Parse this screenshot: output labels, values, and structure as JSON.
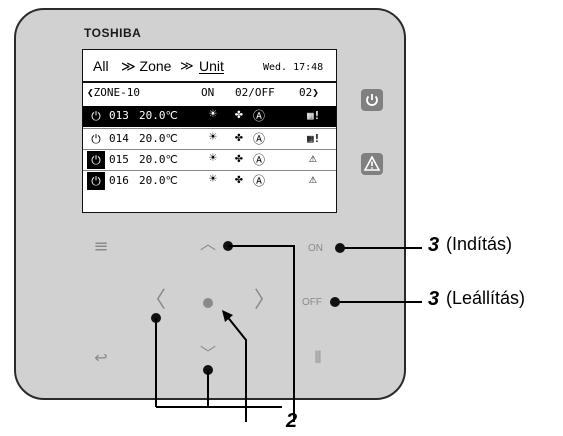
{
  "brand": "TOSHIBA",
  "screen": {
    "tabs": [
      {
        "label": "All"
      },
      {
        "label": "≫ Zone"
      },
      {
        "label": "≫"
      },
      {
        "label": "Unit"
      }
    ],
    "clock": "Wed. 17:48",
    "subheader": {
      "zone": "❮ZONE-10",
      "on": "ON",
      "off_count": "02/OFF",
      "count": "02❯"
    },
    "rows": [
      {
        "id": "013",
        "temp": "20.0℃",
        "state": "selected",
        "power_box": false,
        "status_icon": "filter-icon",
        "status_glyph": "▦!"
      },
      {
        "id": "014",
        "temp": "20.0℃",
        "state": "normal",
        "power_box": false,
        "status_icon": "filter-icon",
        "status_glyph": "▦!"
      },
      {
        "id": "015",
        "temp": "20.0℃",
        "state": "normal",
        "power_box": true,
        "status_icon": "warning-icon",
        "status_glyph": "⚠"
      },
      {
        "id": "016",
        "temp": "20.0℃",
        "state": "normal",
        "power_box": true,
        "status_icon": "warning-icon",
        "status_glyph": "⚠"
      }
    ]
  },
  "buttons": {
    "on_label": "ON",
    "off_label": "OFF"
  },
  "callouts": {
    "on_number": "3",
    "on_text": "(Indítás)",
    "off_number": "3",
    "off_text": "(Leállítás)",
    "nav_number": "2"
  },
  "colors": {
    "panel": "#d1d1d1",
    "icon_gray": "#8a8a8a",
    "side_icon": "#808080"
  }
}
